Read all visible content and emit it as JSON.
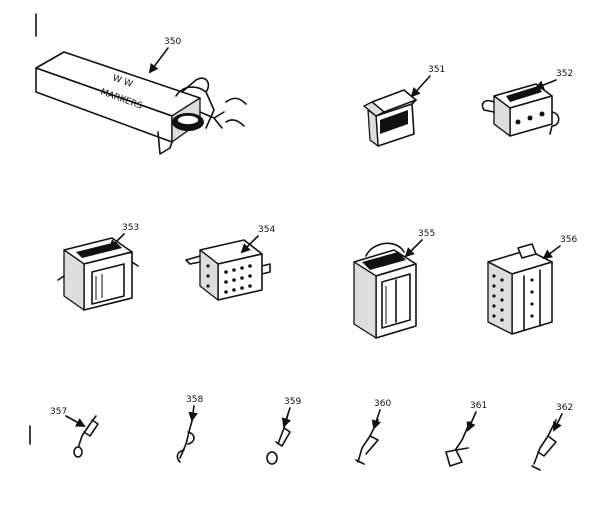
{
  "parts": {
    "p350": {
      "label": "350",
      "box_text_1": "W W",
      "box_text_2": "MARKERS"
    },
    "p351": {
      "label": "351"
    },
    "p352": {
      "label": "352"
    },
    "p353": {
      "label": "353"
    },
    "p354": {
      "label": "354"
    },
    "p355": {
      "label": "355"
    },
    "p356": {
      "label": "356"
    },
    "p357": {
      "label": "357"
    },
    "p358": {
      "label": "358"
    },
    "p359": {
      "label": "359"
    },
    "p360": {
      "label": "360"
    },
    "p361": {
      "label": "361"
    },
    "p362": {
      "label": "362"
    }
  }
}
